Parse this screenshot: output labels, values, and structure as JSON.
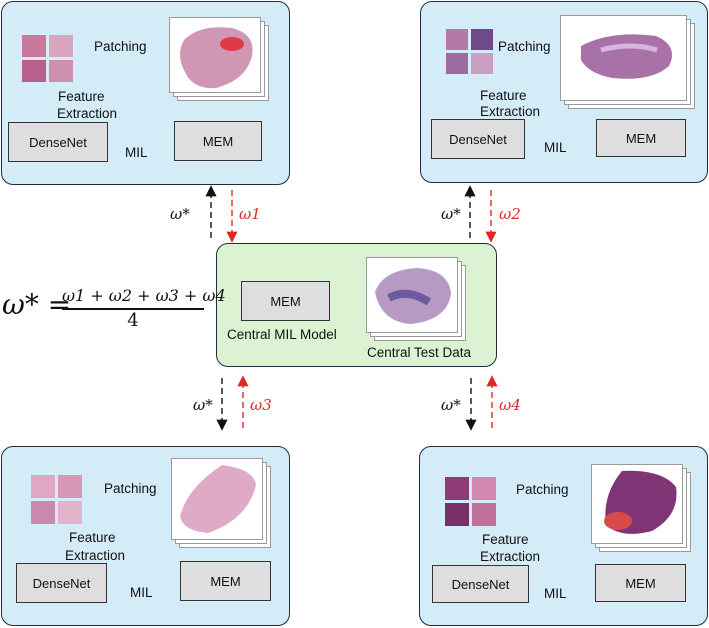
{
  "clients": [
    {
      "patching": "Patching",
      "feature": "Feature",
      "extraction": "Extraction",
      "model": "DenseNet",
      "mil": "MIL",
      "mem": "MEM",
      "up": "ω*",
      "down": "ω1"
    },
    {
      "patching": "Patching",
      "feature": "Feature",
      "extraction": "Extraction",
      "model": "DenseNet",
      "mil": "MIL",
      "mem": "MEM",
      "up": "ω*",
      "down": "ω2"
    },
    {
      "patching": "Patching",
      "feature": "Feature",
      "extraction": "Extraction",
      "model": "DenseNet",
      "mil": "MIL",
      "mem": "MEM",
      "up": "ω*",
      "down": "ω3"
    },
    {
      "patching": "Patching",
      "feature": "Feature",
      "extraction": "Extraction",
      "model": "DenseNet",
      "mil": "MIL",
      "mem": "MEM",
      "up": "ω*",
      "down": "ω4"
    }
  ],
  "central": {
    "mem": "MEM",
    "model_label": "Central MIL Model",
    "data_label": "Central Test Data"
  },
  "formula": {
    "lhs": "ω* =",
    "numerator": "ω1 + ω2 + ω3 + ω4",
    "denominator": "4"
  },
  "colors": {
    "client_bg": "#d3ecf8",
    "central_bg": "#dbf3d2",
    "box_bg": "#dedede",
    "red": "#e0282a"
  }
}
